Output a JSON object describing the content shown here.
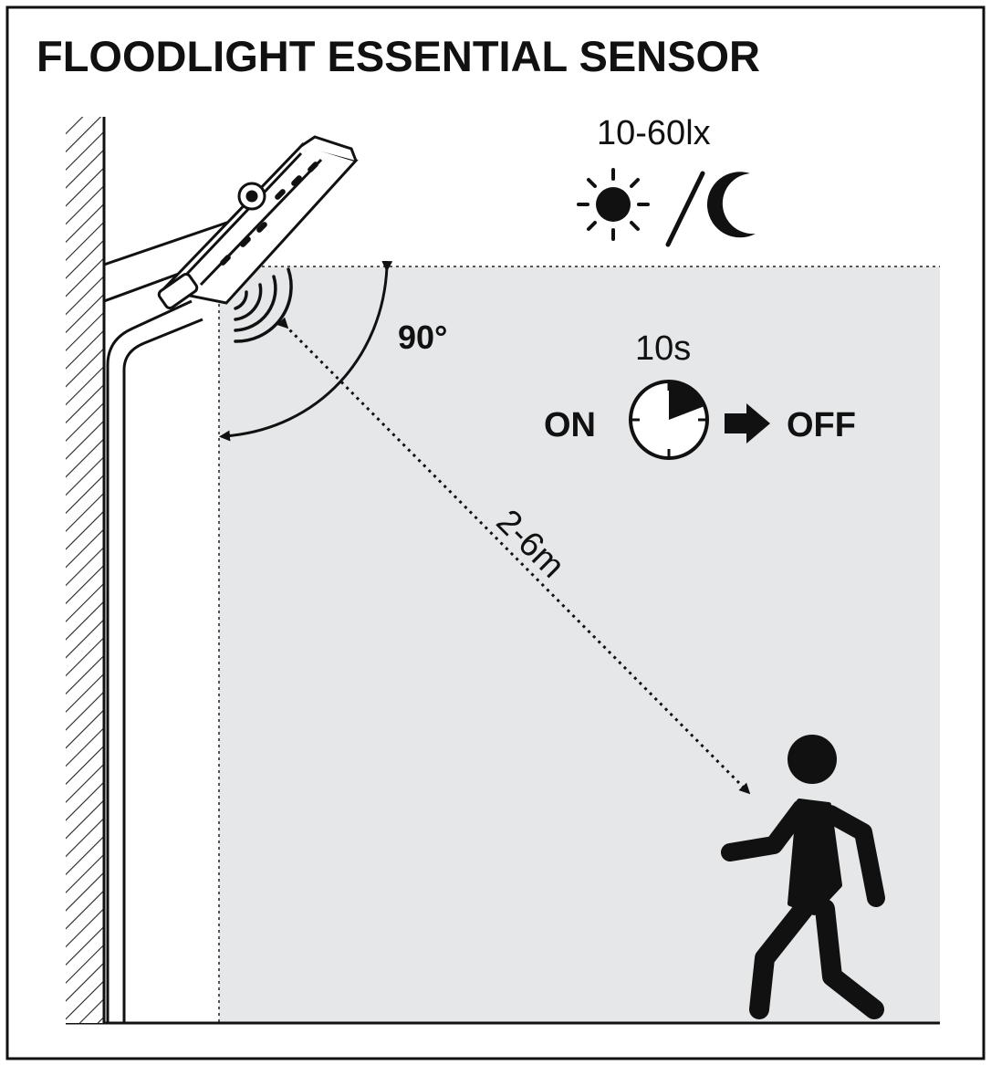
{
  "title": "FLOODLIGHT ESSENTIAL SENSOR",
  "lux": {
    "label": "10-60lx",
    "day_icon": "sun-icon",
    "night_icon": "moon-icon"
  },
  "angle": {
    "label": "90°"
  },
  "timer": {
    "duration": "10s",
    "on_label": "ON",
    "off_label": "OFF",
    "clock_icon": "clock-icon",
    "arrow_icon": "arrow-right-icon"
  },
  "range": {
    "label": "2-6m"
  },
  "figures": {
    "person_icon": "walking-person-icon",
    "floodlight_icon": "floodlight-icon",
    "sensor_icon": "motion-sensor-waves-icon"
  },
  "colors": {
    "detection_zone": "#e6e7e8",
    "ink": "#111111",
    "background": "#ffffff"
  }
}
